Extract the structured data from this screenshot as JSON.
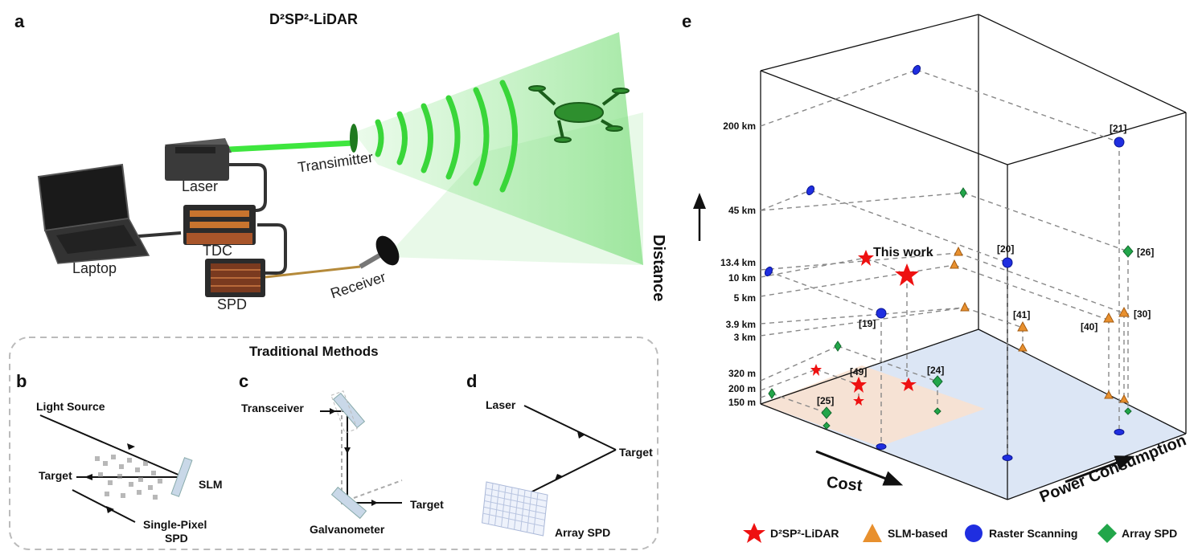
{
  "panels": {
    "a": {
      "letter": "a",
      "title": "D²SP²-LiDAR",
      "labels": {
        "laptop": "Laptop",
        "laser": "Laser",
        "tdc": "TDC",
        "spd": "SPD",
        "transmitter": "Transimitter",
        "receiver": "Receiver"
      }
    },
    "traditional": {
      "title": "Traditional Methods"
    },
    "b": {
      "letter": "b",
      "labels": {
        "light_source": "Light Source",
        "target": "Target",
        "slm": "SLM",
        "single_pixel_1": "Single-Pixel",
        "single_pixel_2": "SPD"
      }
    },
    "c": {
      "letter": "c",
      "labels": {
        "transceiver": "Transceiver",
        "target": "Target",
        "galvanometer": "Galvanometer"
      }
    },
    "d": {
      "letter": "d",
      "labels": {
        "laser": "Laser",
        "target": "Target",
        "array_spd": "Array SPD"
      }
    },
    "e": {
      "letter": "e"
    }
  },
  "chart_data": {
    "type": "scatter",
    "axes": {
      "x": "Cost",
      "y": "Distance",
      "z": "Power Consumption"
    },
    "distance_ticks": [
      "200 km",
      "45 km",
      "13.4 km",
      "10 km",
      "5 km",
      "3.9 km",
      "3 km",
      "320 m",
      "200 m",
      "150 m"
    ],
    "annotation": "This work",
    "point_labels": [
      "[21]",
      "[20]",
      "[26]",
      "[19]",
      "[41]",
      "[40]",
      "[30]",
      "[49]",
      "[24]",
      "[25]"
    ],
    "legend": [
      {
        "name": "D²SP²-LiDAR",
        "color": "#ee1111",
        "marker": "star"
      },
      {
        "name": "SLM-based",
        "color": "#e8902e",
        "marker": "triangle"
      },
      {
        "name": "Raster Scanning",
        "color": "#1f2ee0",
        "marker": "circle"
      },
      {
        "name": "Array SPD",
        "color": "#22a64a",
        "marker": "diamond"
      }
    ]
  }
}
